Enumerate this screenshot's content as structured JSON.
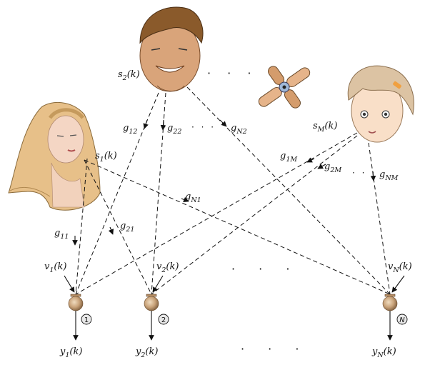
{
  "sources": [
    {
      "id": "s1",
      "base": "s",
      "sub": "1",
      "arg": "(k)"
    },
    {
      "id": "s2",
      "base": "s",
      "sub": "2",
      "arg": "(k)"
    },
    {
      "id": "sM",
      "base": "s",
      "sub": "M",
      "arg": "(k)"
    }
  ],
  "gains": [
    {
      "id": "g12",
      "base": "g",
      "sub": "12"
    },
    {
      "id": "g22",
      "base": "g",
      "sub": "22"
    },
    {
      "id": "gN2",
      "base": "g",
      "sub": "N2"
    },
    {
      "id": "g1M",
      "base": "g",
      "sub": "1M"
    },
    {
      "id": "g2M",
      "base": "g",
      "sub": "2M"
    },
    {
      "id": "gNM",
      "base": "g",
      "sub": "NM"
    },
    {
      "id": "gN1",
      "base": "g",
      "sub": "N1"
    },
    {
      "id": "g11",
      "base": "g",
      "sub": "11"
    },
    {
      "id": "g21",
      "base": "g",
      "sub": "21"
    }
  ],
  "noises": [
    {
      "id": "v1",
      "base": "v",
      "sub": "1",
      "arg": "(k)"
    },
    {
      "id": "v2",
      "base": "v",
      "sub": "2",
      "arg": "(k)"
    },
    {
      "id": "vN",
      "base": "v",
      "sub": "N",
      "arg": "(k)"
    }
  ],
  "outputs": [
    {
      "id": "y1",
      "base": "y",
      "sub": "1",
      "arg": "(k)"
    },
    {
      "id": "y2",
      "base": "y",
      "sub": "2",
      "arg": "(k)"
    },
    {
      "id": "yN",
      "base": "y",
      "sub": "N",
      "arg": "(k)"
    }
  ],
  "mic_numbers": [
    "1",
    "2",
    "N"
  ],
  "ellipsis": "· · ·"
}
